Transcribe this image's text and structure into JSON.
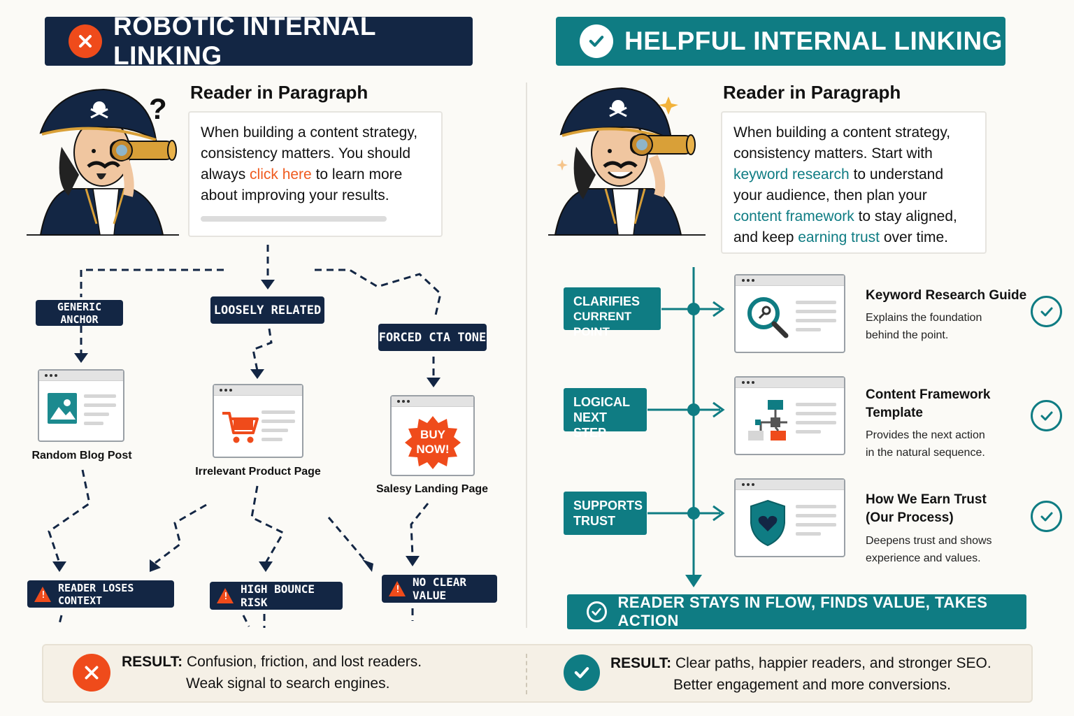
{
  "left": {
    "header": "ROBOTIC INTERNAL LINKING",
    "section_title": "Reader in Paragraph",
    "paragraph": {
      "p1": "When building a content strategy,",
      "p2": "consistency matters. You should",
      "p3a": "always ",
      "link": "click here",
      "p3b": " to learn more",
      "p4": "about improving your results."
    },
    "tags": {
      "generic": "GENERIC ANCHOR",
      "loosely": "LOOSELY RELATED",
      "forced": "FORCED CTA TONE"
    },
    "pages": {
      "blog": "Random Blog Post",
      "product": "Irrelevant Product Page",
      "salesy": "Salesy Landing Page"
    },
    "buy_now": {
      "l1": "BUY",
      "l2": "NOW!"
    },
    "warnings": {
      "context": "READER LOSES CONTEXT",
      "bounce": "HIGH BOUNCE RISK",
      "value": "NO CLEAR VALUE"
    },
    "result": {
      "label": "RESULT:",
      "line1": "Confusion, friction, and lost readers.",
      "line2": "Weak signal to search engines."
    }
  },
  "right": {
    "header": "HELPFUL INTERNAL LINKING",
    "section_title": "Reader in Paragraph",
    "paragraph": {
      "p1": "When building a content strategy,",
      "p2": "consistency matters. Start with",
      "link1": "keyword research",
      "p3": " to understand",
      "p4": "your audience, then plan your",
      "link2": "content framework",
      "p5": " to stay aligned,",
      "p6a": "and keep ",
      "link3": "earning trust",
      "p6b": " over time."
    },
    "steps": [
      {
        "tag1": "CLARIFIES",
        "tag2": "CURRENT POINT",
        "title1": "Keyword Research Guide",
        "title2": "",
        "desc1": "Explains the foundation",
        "desc2": "behind the point."
      },
      {
        "tag1": "LOGICAL",
        "tag2": "NEXT STEP",
        "title1": "Content Framework",
        "title2": "Template",
        "desc1": "Provides the next action",
        "desc2": "in the natural sequence."
      },
      {
        "tag1": "SUPPORTS",
        "tag2": "TRUST",
        "title1": "How We Earn Trust",
        "title2": "(Our Process)",
        "desc1": "Deepens trust and shows",
        "desc2": "experience and values."
      }
    ],
    "banner": "READER STAYS IN FLOW, FINDS VALUE, TAKES ACTION",
    "result": {
      "label": "RESULT:",
      "line1": "Clear paths, happier readers, and stronger SEO.",
      "line2": "Better engagement and more conversions."
    }
  },
  "colors": {
    "navy": "#132644",
    "teal": "#0f7c83",
    "orange": "#ef4b1b"
  }
}
